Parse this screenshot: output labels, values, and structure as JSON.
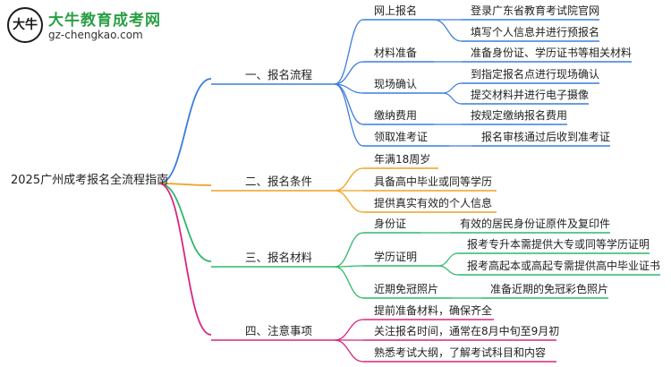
{
  "logo": {
    "mark_text": "大牛",
    "title": "大牛教育成考网",
    "url": "gz-chengkao.com"
  },
  "root": "2025广州成考报名全流程指南",
  "branches": [
    {
      "label": "一、报名流程",
      "color": "#3b7ddd",
      "items": [
        {
          "label": "网上报名",
          "details": [
            "登录广东省教育考试院官网",
            "填写个人信息并进行预报名"
          ]
        },
        {
          "label": "材料准备",
          "details": [
            "准备身份证、学历证书等相关材料"
          ]
        },
        {
          "label": "现场确认",
          "details": [
            "到指定报名点进行现场确认",
            "提交材料并进行电子摄像"
          ]
        },
        {
          "label": "缴纳费用",
          "details": [
            "按规定缴纳报名费用"
          ]
        },
        {
          "label": "领取准考证",
          "details": [
            "报名审核通过后收到准考证"
          ]
        }
      ]
    },
    {
      "label": "二、报名条件",
      "color": "#f0a020",
      "items": [
        {
          "label": "年满18周岁",
          "details": []
        },
        {
          "label": "具备高中毕业或同等学历",
          "details": []
        },
        {
          "label": "提供真实有效的个人信息",
          "details": []
        }
      ]
    },
    {
      "label": "三、报名材料",
      "color": "#2db86a",
      "items": [
        {
          "label": "身份证",
          "details": [
            "有效的居民身份证原件及复印件"
          ]
        },
        {
          "label": "学历证明",
          "details": [
            "报考专升本需提供大专或同等学历证明",
            "报考高起本或高起专需提供高中毕业证书"
          ]
        },
        {
          "label": "近期免冠照片",
          "details": [
            "准备近期的免冠彩色照片"
          ]
        }
      ]
    },
    {
      "label": "四、注意事项",
      "color": "#d8267e",
      "items": [
        {
          "label": "提前准备材料，确保齐全",
          "details": []
        },
        {
          "label": "关注报名时间，通常在8月中旬至9月初",
          "details": []
        },
        {
          "label": "熟悉考试大纲，了解考试科目和内容",
          "details": []
        }
      ]
    }
  ]
}
